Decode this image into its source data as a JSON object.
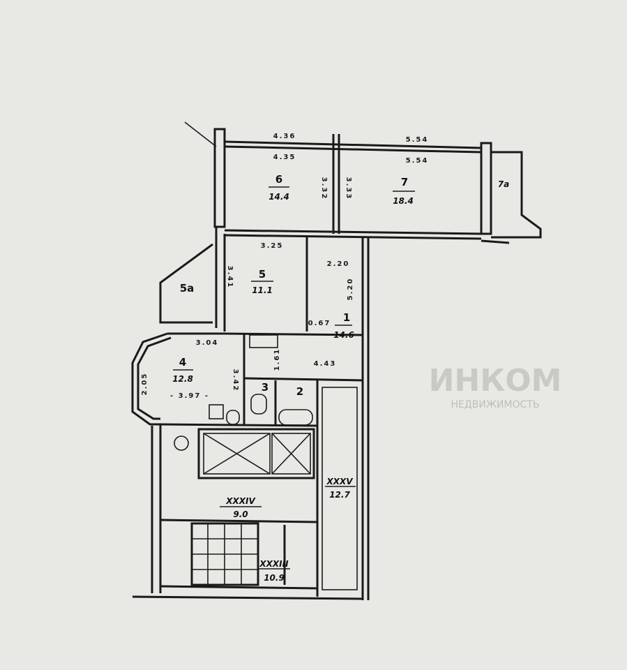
{
  "rooms": {
    "r6": {
      "number": "6",
      "area": "14.4"
    },
    "r7": {
      "number": "7",
      "area": "18.4"
    },
    "r7a": {
      "number": "7a"
    },
    "r5": {
      "number": "5",
      "area": "11.1"
    },
    "r5a": {
      "number": "5a"
    },
    "r1": {
      "number": "1",
      "area": "14.6"
    },
    "r4": {
      "number": "4",
      "area": "12.8"
    },
    "r3": {
      "number": "3"
    },
    "r2": {
      "number": "2"
    },
    "xxxv": {
      "number": "XXXV",
      "area": "12.7"
    },
    "xxxiv": {
      "number": "XXXIV",
      "area": "9.0"
    },
    "xxxiii": {
      "number": "XXXIII",
      "area": "10.9"
    }
  },
  "dims": {
    "d436": "4.36",
    "d554a": "5.54",
    "d435": "4.35",
    "d554b": "5.54",
    "d332": "3.32",
    "d333": "3.33",
    "d325": "3.25",
    "d341": "3.41",
    "d220": "2.20",
    "d520": "5.20",
    "d067": "0.67",
    "d304": "3.04",
    "d161": "1.61",
    "d443": "4.43",
    "d205": "2.05",
    "d342": "3.42",
    "d397": "- 3.97 -"
  },
  "watermark": {
    "brand": "ИНКОМ",
    "sub": "НЕДВИЖИМОСТЬ"
  }
}
